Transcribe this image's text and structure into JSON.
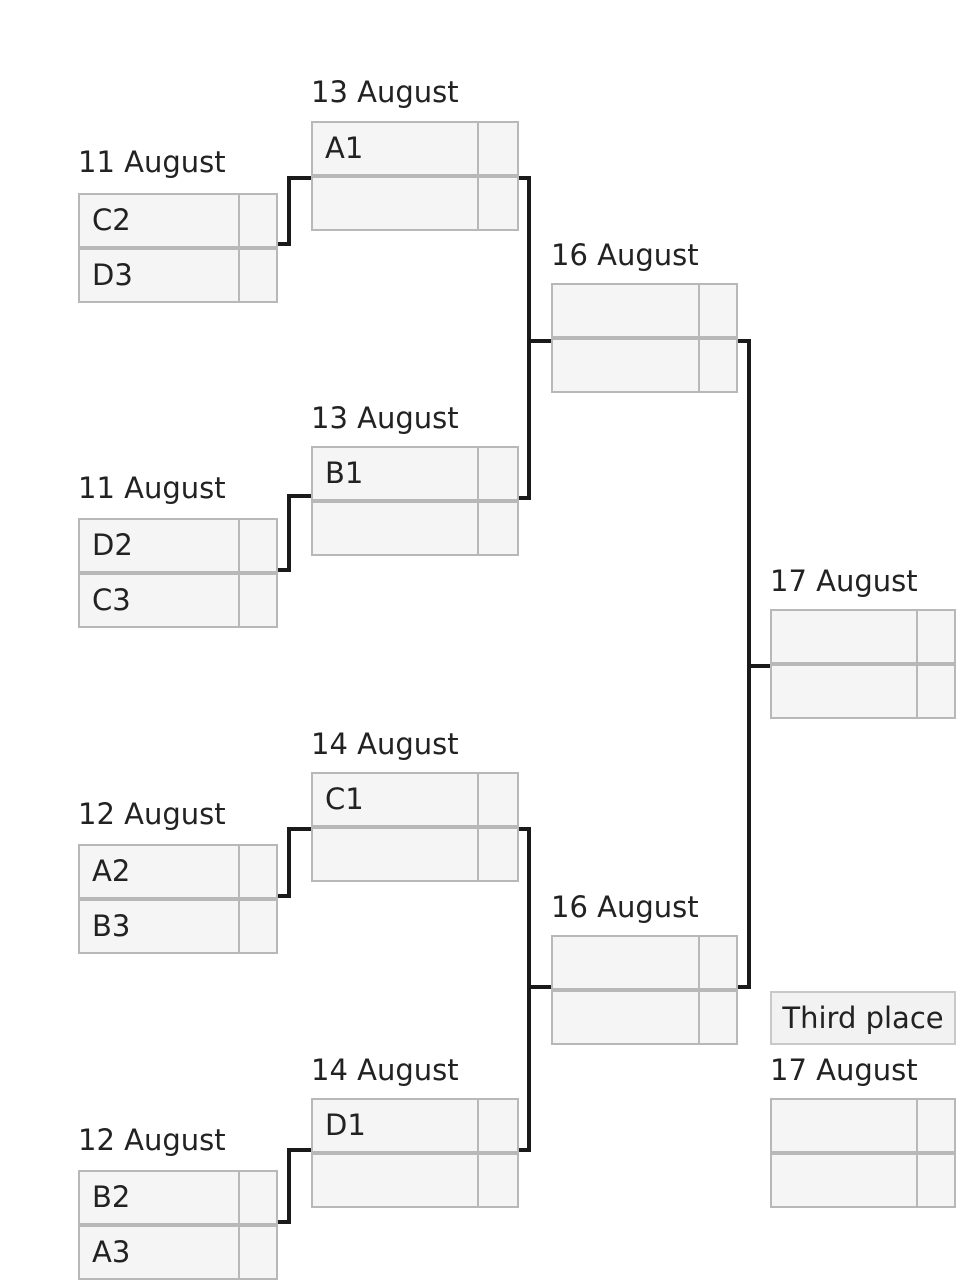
{
  "bracket": {
    "round1": [
      {
        "date": "11 August",
        "teams": [
          "C2",
          "D3"
        ]
      },
      {
        "date": "11 August",
        "teams": [
          "D2",
          "C3"
        ]
      },
      {
        "date": "12 August",
        "teams": [
          "A2",
          "B3"
        ]
      },
      {
        "date": "12 August",
        "teams": [
          "B2",
          "A3"
        ]
      }
    ],
    "quarterfinals": [
      {
        "date": "13 August",
        "teams": [
          "A1",
          ""
        ]
      },
      {
        "date": "13 August",
        "teams": [
          "B1",
          ""
        ]
      },
      {
        "date": "14 August",
        "teams": [
          "C1",
          ""
        ]
      },
      {
        "date": "14 August",
        "teams": [
          "D1",
          ""
        ]
      }
    ],
    "semifinals": [
      {
        "date": "16 August",
        "teams": [
          "",
          ""
        ]
      },
      {
        "date": "16 August",
        "teams": [
          "",
          ""
        ]
      }
    ],
    "final": {
      "date": "17 August",
      "teams": [
        "",
        ""
      ]
    },
    "third_place": {
      "label": "Third place",
      "date": "17 August",
      "teams": [
        "",
        ""
      ]
    }
  }
}
